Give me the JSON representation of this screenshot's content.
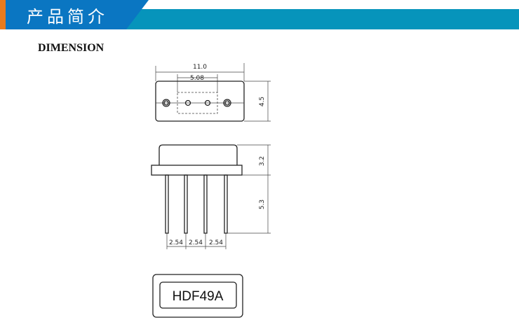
{
  "header": {
    "title": "产品简介",
    "orange": "#e87b1e",
    "blue": "#0a76c2",
    "teal": "#0694bb"
  },
  "section": {
    "title": "DIMENSION"
  },
  "top_view": {
    "width_label": "11.0",
    "pitch_label": "5.08",
    "height_label": "4.5"
  },
  "side_view": {
    "body_label": "3.2",
    "pin_label": "5.3",
    "pin_pitch_labels": [
      "2.54",
      "2.54",
      "2.54"
    ]
  },
  "marking": {
    "text": "HDF49A"
  }
}
